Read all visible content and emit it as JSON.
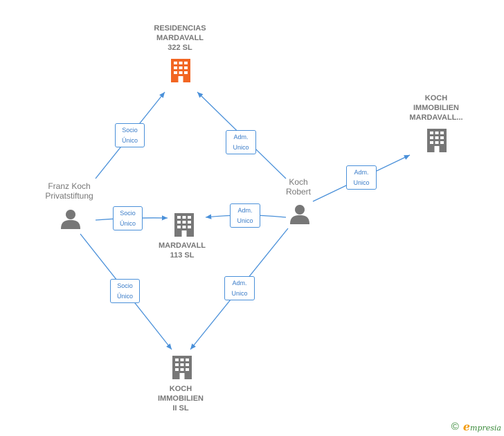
{
  "nodes": {
    "residencias": {
      "name": [
        "RESIDENCIAS",
        "MARDAVALL",
        "322  SL"
      ],
      "kind": "company",
      "color": "#f26522"
    },
    "koch_mardavall": {
      "name": [
        "KOCH",
        "IMMOBILIEN",
        "MARDAVALL..."
      ],
      "kind": "company",
      "color": "#777777"
    },
    "mardavall113": {
      "name": [
        "MARDAVALL",
        "113  SL"
      ],
      "kind": "company",
      "color": "#777777"
    },
    "koch_ii": {
      "name": [
        "KOCH",
        "IMMOBILIEN",
        "II  SL"
      ],
      "kind": "company",
      "color": "#777777"
    },
    "franz": {
      "name": [
        "Franz Koch",
        "Privatstiftung"
      ],
      "kind": "person",
      "color": "#777777"
    },
    "robert": {
      "name": [
        "Koch",
        "Robert"
      ],
      "kind": "person",
      "color": "#777777"
    }
  },
  "edges": [
    {
      "id": "franz-residencias",
      "label": [
        "Socio",
        "Único"
      ]
    },
    {
      "id": "robert-residencias",
      "label": [
        "Adm.",
        "Unico"
      ]
    },
    {
      "id": "robert-kochmardavall",
      "label": [
        "Adm.",
        "Unico"
      ]
    },
    {
      "id": "franz-mardavall113",
      "label": [
        "Socio",
        "Único"
      ]
    },
    {
      "id": "robert-mardavall113",
      "label": [
        "Adm.",
        "Unico"
      ]
    },
    {
      "id": "franz-kochii",
      "label": [
        "Socio",
        "Único"
      ]
    },
    {
      "id": "robert-kochii",
      "label": [
        "Adm.",
        "Unico"
      ]
    }
  ],
  "colors": {
    "edge": "#4a90d9",
    "person": "#777777",
    "main_company": "#f26522",
    "company": "#777777"
  },
  "footer": {
    "copyright": "©",
    "brand_initial": "e",
    "brand_rest": "mpresia"
  }
}
